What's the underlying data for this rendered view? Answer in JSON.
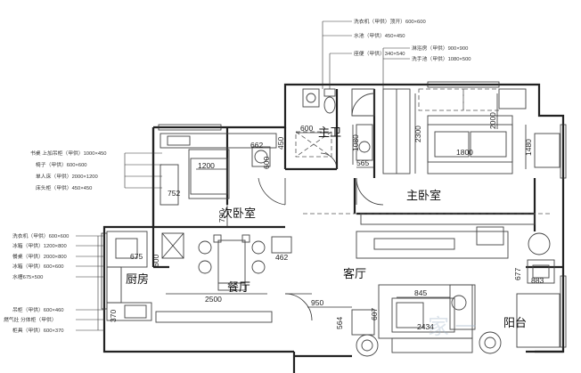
{
  "rooms": {
    "master_bath": "主卫",
    "second_bedroom": "次卧室",
    "master_bedroom": "主卧室",
    "living_room": "客厅",
    "kitchen": "厨房",
    "dining_room": "餐厅",
    "balcony": "阳台"
  },
  "dimensions": {
    "d600": "600",
    "d1080": "1080",
    "d565": "565",
    "d2300": "2300",
    "d2000": "2000",
    "d1480": "1480",
    "d1800": "1800",
    "d1200": "1200",
    "d752": "752",
    "d790": "790",
    "d450": "450",
    "d662": "662",
    "d600b": "600",
    "d675": "675",
    "d462": "462",
    "d600c": "600",
    "d2500": "2500",
    "d950": "950",
    "d845": "845",
    "d607": "607",
    "d564": "564",
    "d2434": "2434",
    "d677": "677",
    "d883": "883",
    "d370": "370"
  },
  "top_notes": [
    "洗衣机（甲供）顶开）600×600",
    "水池（甲供）450×450",
    "座便（甲供）340×540",
    "淋浴房（甲供）900×900",
    "洗手池（甲供）1080×500"
  ],
  "bedroom_notes": [
    "书桌  上加吊柜（甲供）1000×450",
    "椅子（甲供）600×600",
    "单人床（甲供）2000×1200",
    "床头柜（甲供）450×450"
  ],
  "kitchen_notes": [
    "洗衣机（甲供）600×600",
    "冰箱（甲供）1200×800",
    "餐桌（甲供）2000×800",
    "冰箱（甲供）600×600",
    "水槽675×500"
  ],
  "bottom_notes": [
    "吊柜（甲供）600×460",
    "燃气灶  分体柜（甲供）",
    "柜具（甲供）600×370"
  ],
  "watermark": "家 一"
}
